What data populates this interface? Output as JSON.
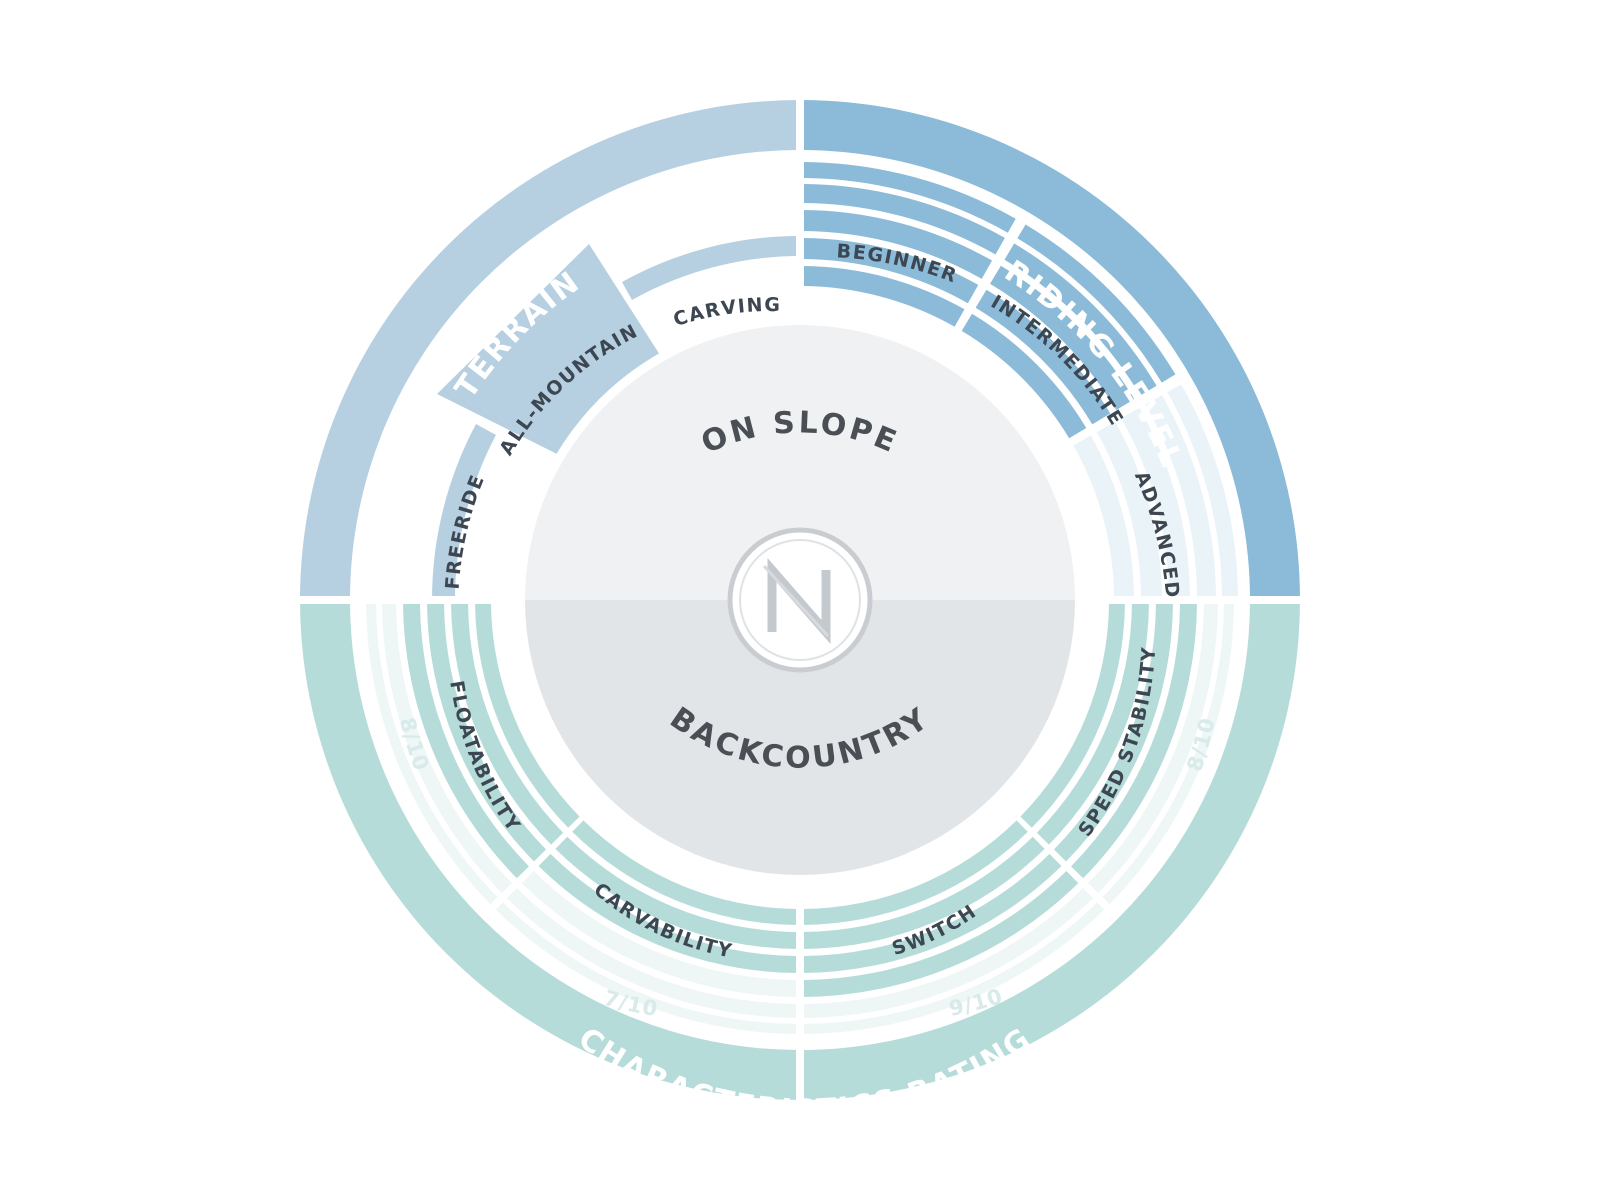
{
  "colors": {
    "terrain": "#b6d0e1",
    "riding_level": "#8bbbd8",
    "characteristics": "#b6dcda",
    "pale_blue": "#eaf3f8",
    "pale_teal": "#eef6f6",
    "hub_top": "#f0f1f2",
    "hub_bottom": "#e2e5e7",
    "label_dark": "#3d4752"
  },
  "rings": {
    "terrain": "TERRAIN",
    "riding_level": "RIDING LEVEL",
    "characteristics": "CHARACTERISTICS RATING"
  },
  "terrain": {
    "carving": "CARVING",
    "all_mountain": "ALL-MOUNTAIN",
    "freeride": "FREERIDE",
    "highlighted": "ALL-MOUNTAIN"
  },
  "riding_level": {
    "beginner": "BEGINNER",
    "intermediate": "INTERMEDIATE",
    "advanced": "ADVANCED"
  },
  "characteristics": {
    "floatability": {
      "label": "FLOATABILITY",
      "score": "8/10",
      "value": 8
    },
    "carvability": {
      "label": "CARVABILITY",
      "score": "7/10",
      "value": 7
    },
    "switch": {
      "label": "SWITCH",
      "score": "9/10",
      "value": 9
    },
    "speed_stability": {
      "label": "SPEED STABILITY",
      "score": "8/10",
      "value": 8
    }
  },
  "hub": {
    "top": "ON SLOPE",
    "bottom": "BACKCOUNTRY",
    "logo_letter": "N"
  }
}
